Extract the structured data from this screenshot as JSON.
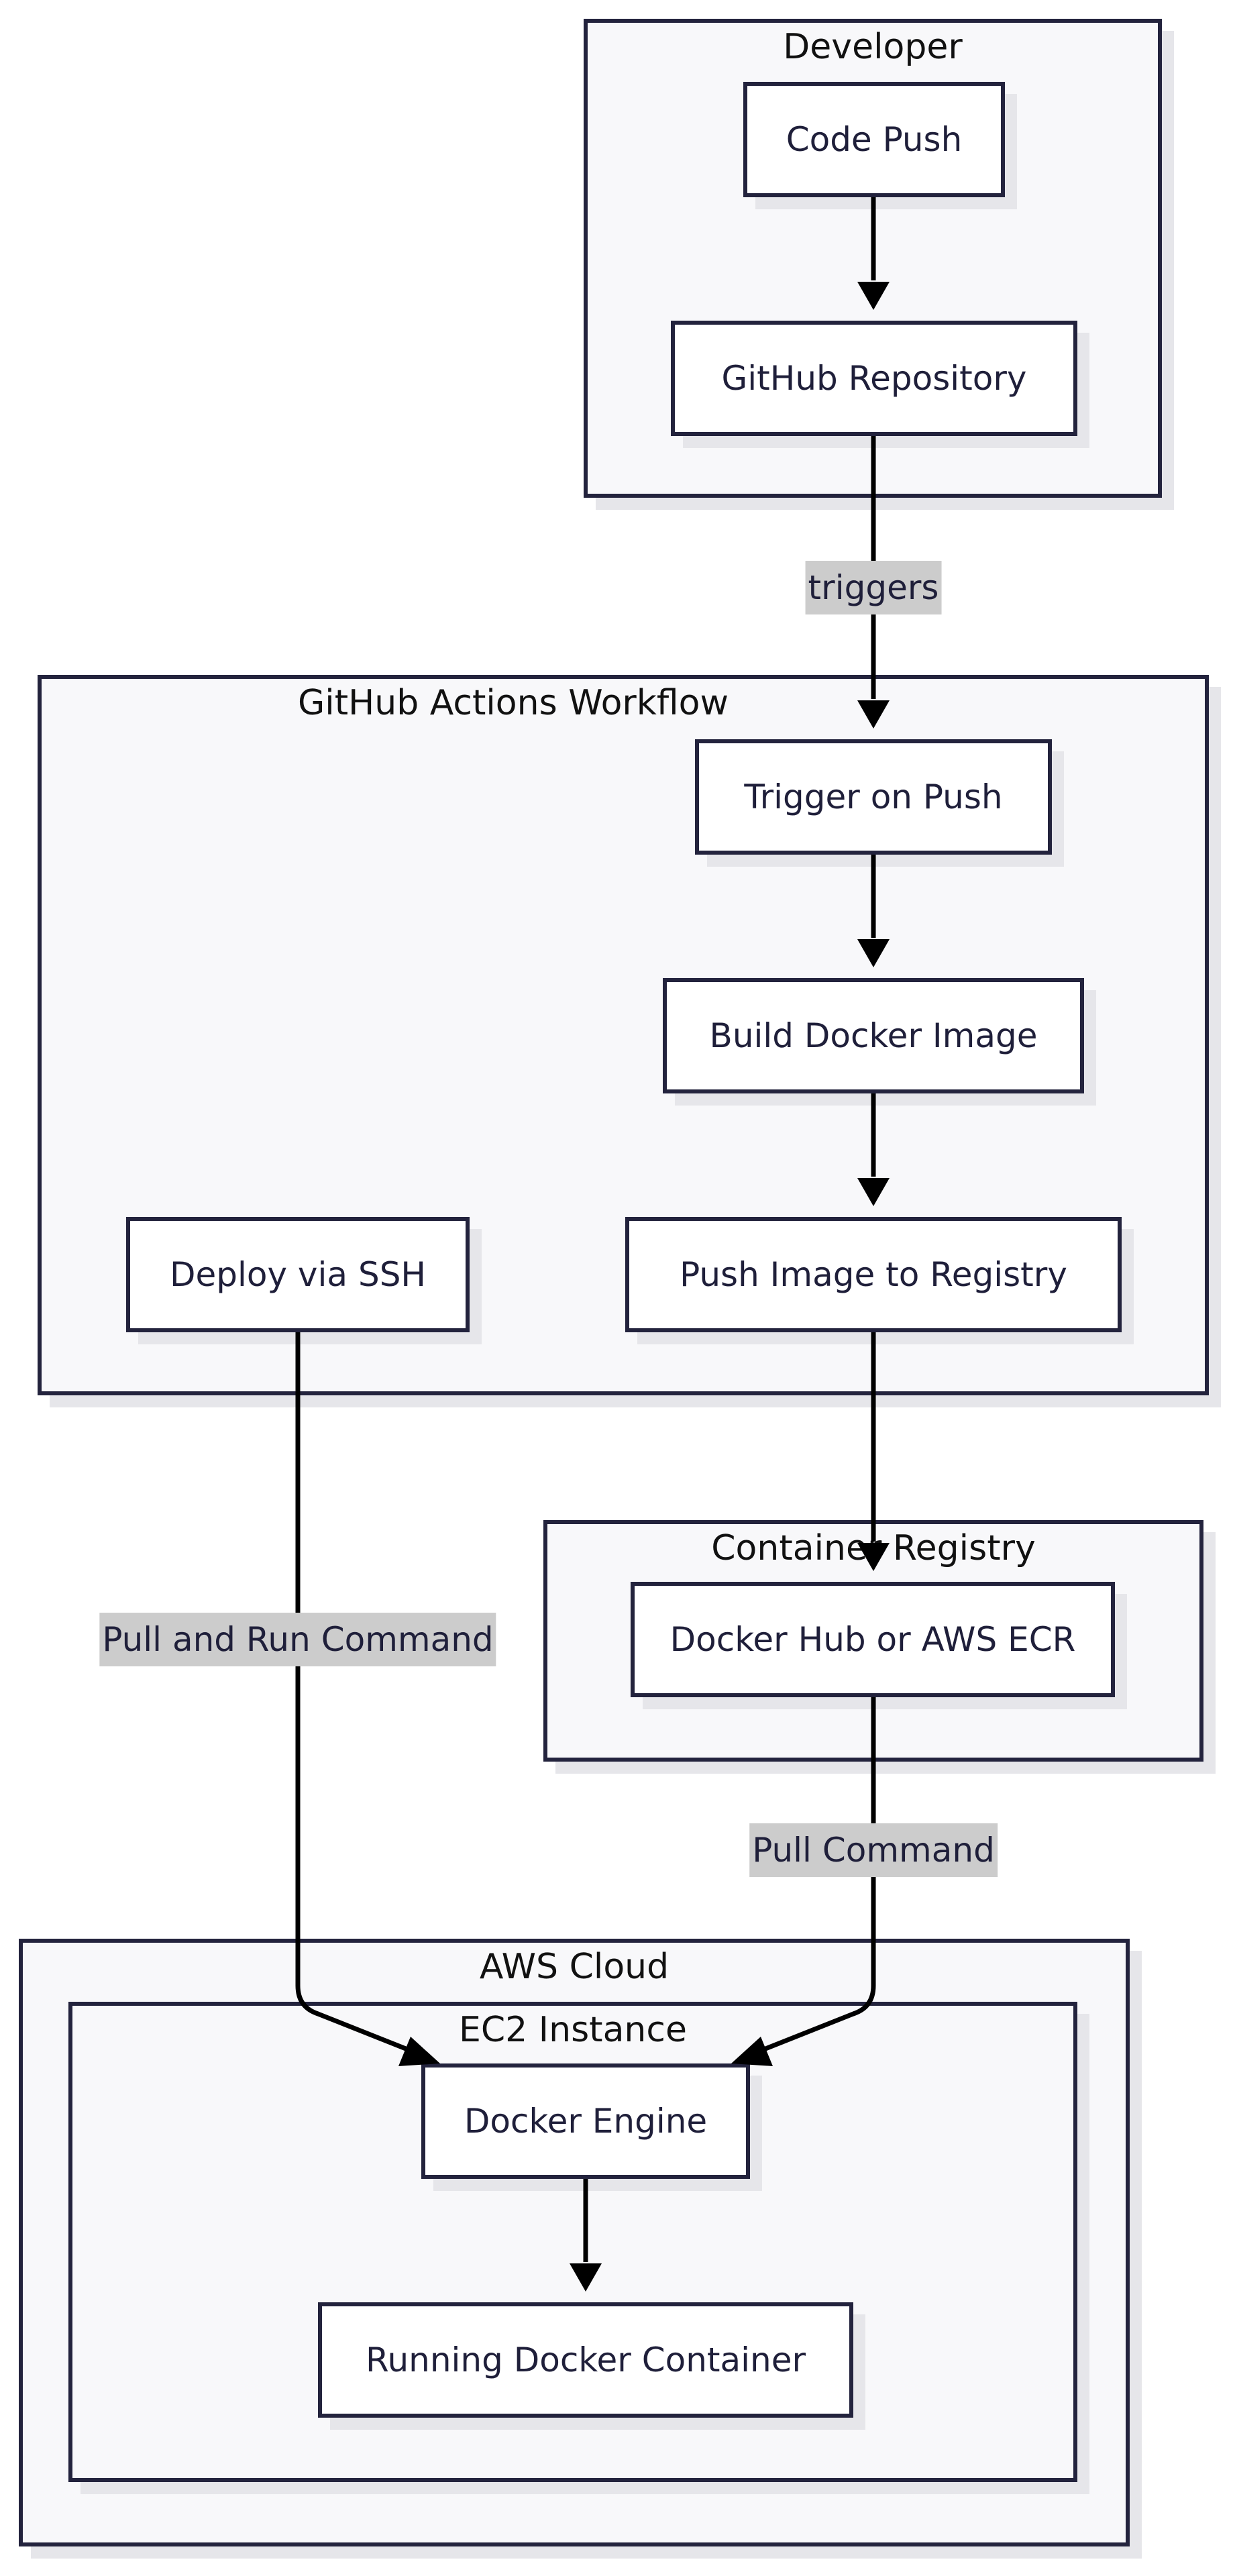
{
  "clusters": {
    "developer": "Developer",
    "github_actions": "GitHub Actions Workflow",
    "registry": "Container Registry",
    "aws_cloud": "AWS Cloud",
    "ec2": "EC2 Instance"
  },
  "nodes": {
    "code_push": "Code Push",
    "github_repo": "GitHub Repository",
    "trigger_on_push": "Trigger on Push",
    "build_image": "Build Docker Image",
    "push_image": "Push Image to Registry",
    "deploy_ssh": "Deploy via SSH",
    "docker_hub_ecr": "Docker Hub or AWS ECR",
    "docker_engine": "Docker Engine",
    "running_container": "Running Docker Container"
  },
  "edge_labels": {
    "triggers": "triggers",
    "pull_and_run": "Pull and Run Command",
    "pull": "Pull Command"
  },
  "colors": {
    "cluster_fill": "#f8f8fa",
    "border": "#23233d",
    "edge_label_bg": "#cccccc"
  }
}
